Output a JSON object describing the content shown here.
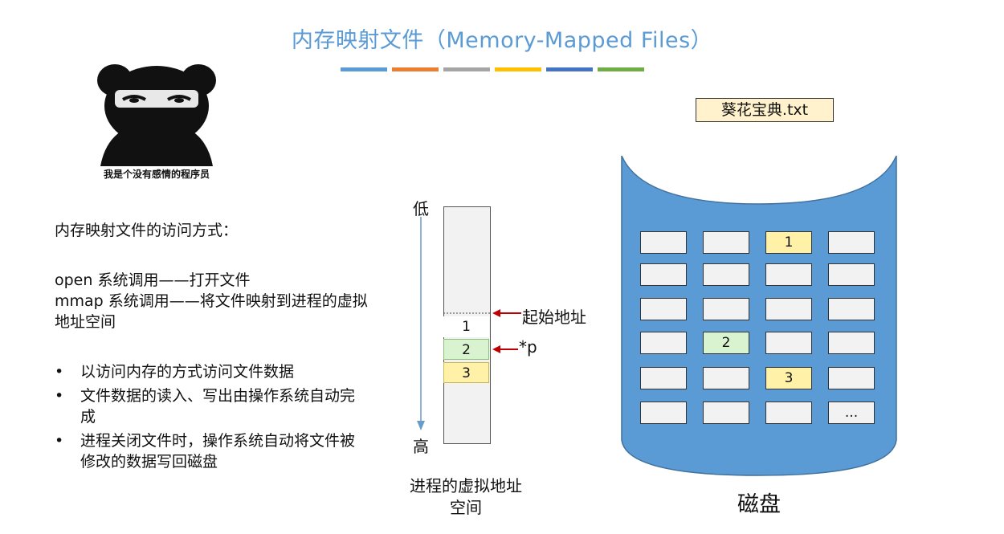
{
  "title": "内存映射文件（Memory-Mapped Files）",
  "title_bar_colors": [
    "#5b9bd5",
    "#ed7d31",
    "#a5a5a5",
    "#ffc000",
    "#4472c4",
    "#70ad47"
  ],
  "meme": {
    "caption": "我是个没有感情的程序员"
  },
  "left_text": {
    "heading": "内存映射文件的访问方式：",
    "open_line": "open 系统调用——打开文件",
    "mmap_line": "mmap 系统调用——将文件映射到进程的虚拟地址空间",
    "bullets": [
      "以访问内存的方式访问文件数据",
      "文件数据的读入、写出由操作系统自动完成",
      "进程关闭文件时，操作系统自动将文件被修改的数据写回磁盘"
    ]
  },
  "virtual_space": {
    "low_label": "低",
    "high_label": "高",
    "caption": "进程的虚拟地址空间",
    "start_address_label": "起始地址",
    "pointer_label": "*p",
    "cells": [
      {
        "label": "1",
        "fill": "#ffffff"
      },
      {
        "label": "2",
        "fill": "#d9f2d0"
      },
      {
        "label": "3",
        "fill": "#fff2a8"
      }
    ],
    "arrow_color": "#c00000"
  },
  "disk": {
    "file_name": "葵花宝典.txt",
    "label": "磁盘",
    "fill_color": "#5b9bd5",
    "blocks": [
      [
        "",
        "",
        "1",
        ""
      ],
      [
        "",
        "",
        "",
        ""
      ],
      [
        "",
        "",
        "",
        ""
      ],
      [
        "",
        "2",
        "",
        ""
      ],
      [
        "",
        "",
        "3",
        ""
      ],
      [
        "",
        "",
        "",
        "..."
      ]
    ],
    "highlight": {
      "1": "#fff2a8",
      "2": "#d9f2d0",
      "3": "#fff2a8"
    }
  }
}
